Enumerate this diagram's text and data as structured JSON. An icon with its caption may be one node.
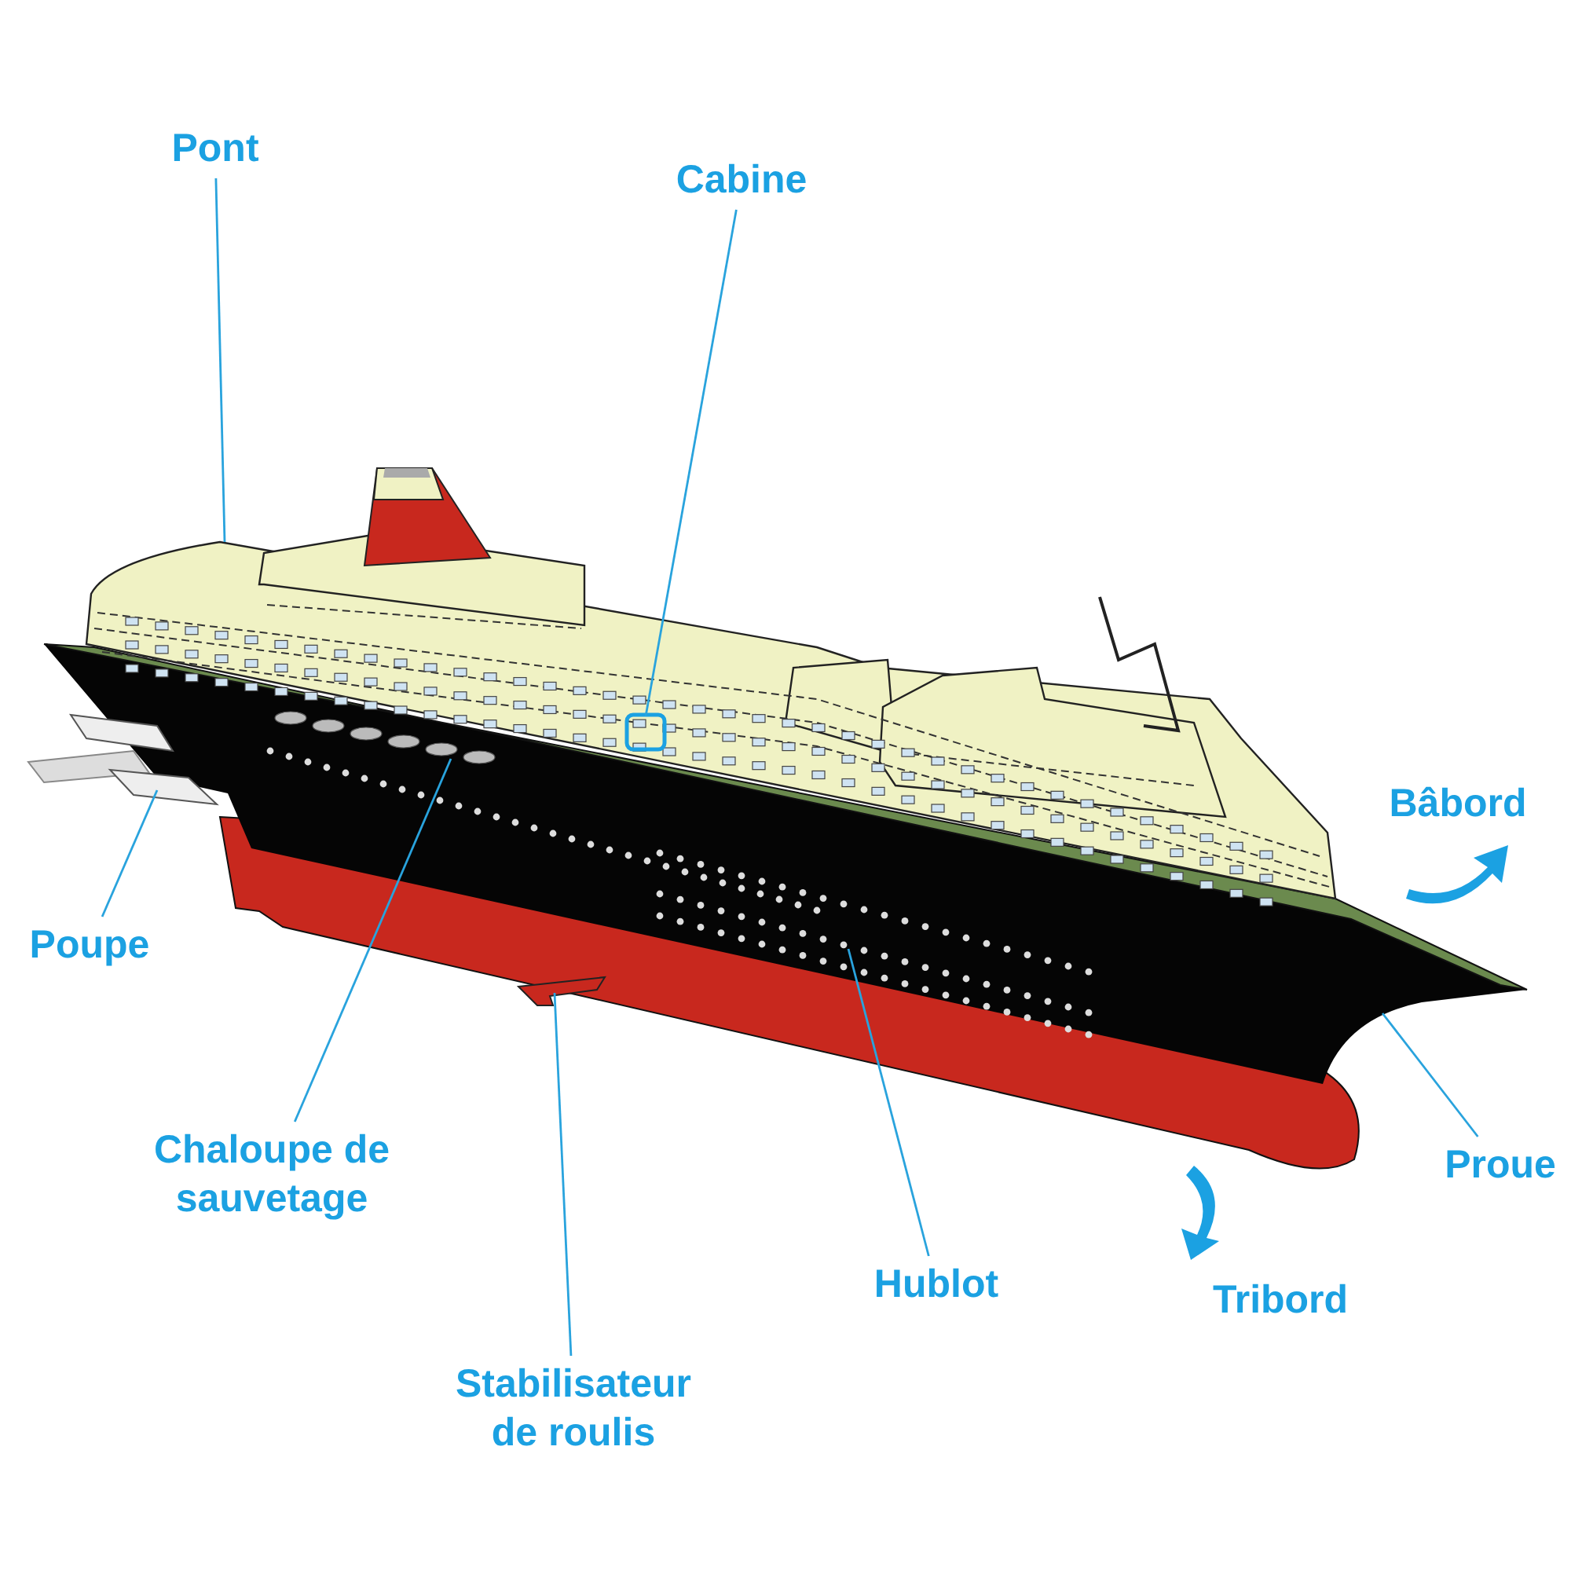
{
  "diagram": {
    "nodes": [
      {
        "text": [
          "Pont"
        ]
      },
      {
        "text": [
          "Cabine"
        ]
      },
      {
        "text": [
          "Poupe"
        ]
      },
      {
        "text": [
          "Chaloupe de sauvetage"
        ]
      },
      {
        "text": [
          "Hublot"
        ]
      },
      {
        "text": [
          "Stabilisateur de roulis"
        ]
      },
      {
        "text": [
          "Proue"
        ]
      }
    ],
    "edges": [
      {
        "from": 0,
        "to": null,
        "arrow": "none"
      },
      {
        "from": 1,
        "to": null,
        "arrow": "none"
      },
      {
        "from": 2,
        "to": null,
        "arrow": "none"
      },
      {
        "from": 3,
        "to": null,
        "arrow": "none"
      },
      {
        "from": 4,
        "to": null,
        "arrow": "none"
      },
      {
        "from": 5,
        "to": null,
        "arrow": "none"
      },
      {
        "from": 6,
        "to": null,
        "arrow": "none"
      }
    ],
    "labels": [
      "Bâbord",
      "Tribord"
    ]
  }
}
